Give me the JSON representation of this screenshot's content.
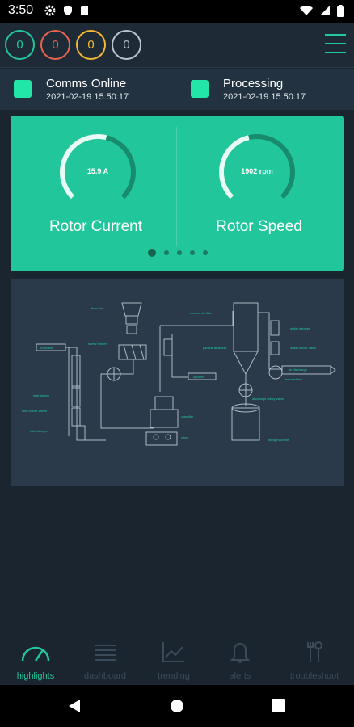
{
  "status_bar": {
    "time": "3:50"
  },
  "counters": [
    {
      "value": "0",
      "color": "#21c79b"
    },
    {
      "value": "0",
      "color": "#e8624f"
    },
    {
      "value": "0",
      "color": "#f5b731"
    },
    {
      "value": "0",
      "color": "#b9c2c9"
    }
  ],
  "status": [
    {
      "label": "Comms Online",
      "timestamp": "2021-02-19 15:50:17"
    },
    {
      "label": "Processing",
      "timestamp": "2021-02-19 15:50:17"
    }
  ],
  "gauges": [
    {
      "title": "Rotor Current",
      "value": "15.9 A",
      "level": 0.55
    },
    {
      "title": "Rotor Speed",
      "value": "1902 rpm",
      "level": 0.45
    }
  ],
  "carousel": {
    "pages": 5,
    "active": 1
  },
  "diagram_labels": {
    "feed_bin": "feed bin",
    "screw_feeder": "screw feeder",
    "recover_air_filter": "recover air filter",
    "outlet_damper": "outlet damper",
    "outlet_bin": "outlet bin",
    "inlet_air_filter": "inlet airflow",
    "inlet_louver_vanes": "inlet louver vanes",
    "inlet_damper": "inlet damper",
    "particle_analyzer": "particle analyzer",
    "cyclone": "cyclone",
    "classifier": "classifier",
    "rotor": "rotor",
    "outlet_louver_valve": "outlet louver valve",
    "air_discharge": "air discharge",
    "exhaust_fan": "exhaust fan",
    "discharge_rotary_valve": "discharge rotary valve",
    "filling_machine": "filling machine"
  },
  "nav": [
    {
      "label": "highlights",
      "active": true
    },
    {
      "label": "dashboard",
      "active": false
    },
    {
      "label": "trending",
      "active": false
    },
    {
      "label": "alerts",
      "active": false
    },
    {
      "label": "troubleshoot",
      "active": false
    }
  ],
  "icons": {
    "wifi": "wifi-icon",
    "battery": "battery-icon",
    "menu": "hamburger-menu-icon"
  }
}
